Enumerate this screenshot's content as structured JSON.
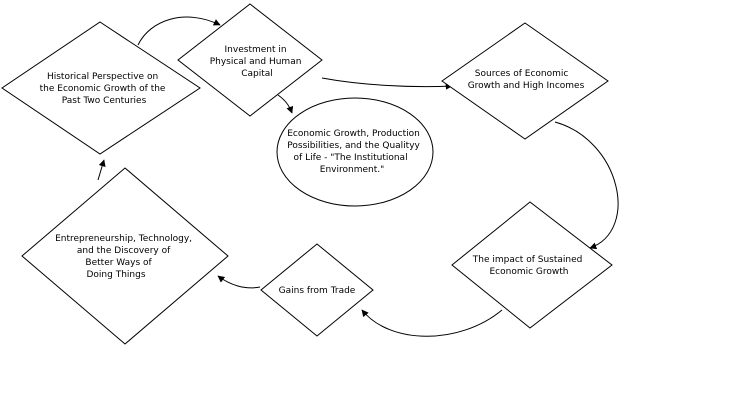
{
  "diagram": {
    "nodes": {
      "historical": {
        "lines": [
          "Historical Perspective on",
          "the Economic Growth of the",
          "Past Two Centuries"
        ]
      },
      "investment": {
        "lines": [
          "Investment in",
          "Physical and Human",
          "Capital"
        ]
      },
      "sources": {
        "lines": [
          "Sources of Economic",
          "Growth and High Incomes"
        ]
      },
      "institutional": {
        "lines": [
          "Economic Growth, Production",
          "Possibilities, and the Qualityy",
          "of Life - \"The Institutional",
          "Environment.\""
        ]
      },
      "impact": {
        "lines": [
          "The impact of Sustained",
          "Economic Growth"
        ]
      },
      "gains": {
        "lines": [
          "Gains from Trade"
        ]
      },
      "entrepreneurship": {
        "lines": [
          "Entrepreneurship, Technology,",
          "and the Discovery of",
          "Better Ways of",
          "Doing Things"
        ]
      }
    },
    "edges": [
      {
        "from": "historical",
        "to": "investment"
      },
      {
        "from": "investment",
        "to": "sources"
      },
      {
        "from": "investment",
        "to": "institutional"
      },
      {
        "from": "sources",
        "to": "impact"
      },
      {
        "from": "impact",
        "to": "gains"
      },
      {
        "from": "gains",
        "to": "entrepreneurship"
      },
      {
        "from": "entrepreneurship",
        "to": "historical"
      }
    ]
  }
}
